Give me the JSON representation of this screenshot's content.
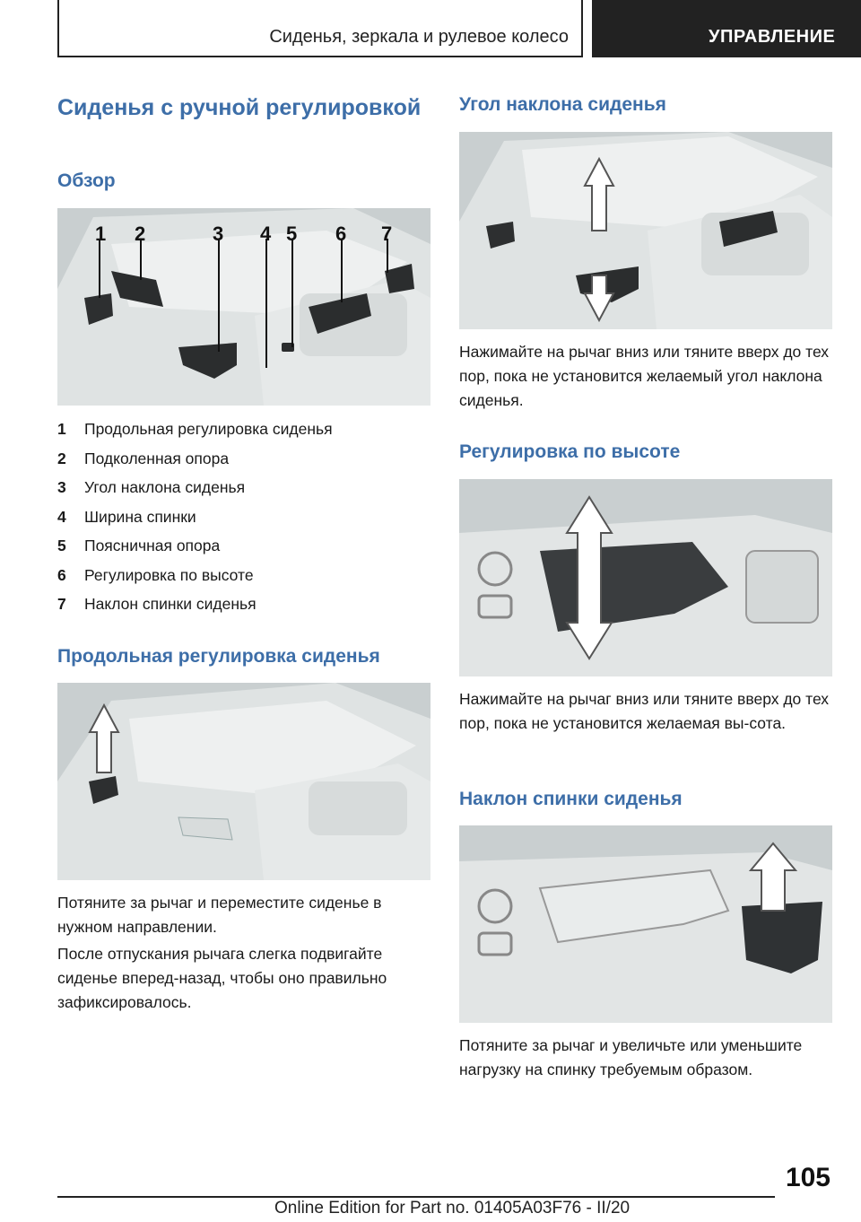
{
  "header": {
    "section_title": "Сиденья, зеркала и рулевое колесо",
    "chapter": "УПРАВЛЕНИЕ"
  },
  "left_column": {
    "title": "Сиденья с ручной регулировкой",
    "overview_heading": "Обзор",
    "overview_figure_callouts": [
      "1",
      "2",
      "3",
      "4",
      "5",
      "6",
      "7"
    ],
    "legend": [
      {
        "num": "1",
        "text": "Продольная регулировка сиденья"
      },
      {
        "num": "2",
        "text": "Подколенная опора"
      },
      {
        "num": "3",
        "text": "Угол наклона сиденья"
      },
      {
        "num": "4",
        "text": "Ширина спинки"
      },
      {
        "num": "5",
        "text": "Поясничная опора"
      },
      {
        "num": "6",
        "text": "Регулировка по высоте"
      },
      {
        "num": "7",
        "text": "Наклон спинки сиденья"
      }
    ],
    "longitudinal_heading": "Продольная регулировка сиденья",
    "longitudinal_text_1": "Потяните за рычаг и переместите сиденье в нужном направлении.",
    "longitudinal_text_2": "После отпускания рычага слегка подвигайте сиденье вперед-назад, чтобы оно правильно зафиксировалось."
  },
  "right_column": {
    "tilt_heading": "Угол наклона сиденья",
    "tilt_text": "Нажимайте на рычаг вниз или тяните вверх до тех пор, пока не установится желаемый угол наклона сиденья.",
    "height_heading": "Регулировка по высоте",
    "height_text": "Нажимайте на рычаг вниз или тяните вверх до тех пор, пока не установится желаемая вы-сота.",
    "backrest_heading": "Наклон спинки сиденья",
    "backrest_text": "Потяните за рычаг и увеличьте или уменьшите нагрузку на спинку требуемым образом."
  },
  "footer": {
    "page_number": "105",
    "edition": "Online Edition for Part no. 01405A03F76 - II/20"
  },
  "colors": {
    "heading_blue": "#3d6ea8",
    "header_dark": "#222222",
    "figure_bg": "#cfd4d5"
  }
}
